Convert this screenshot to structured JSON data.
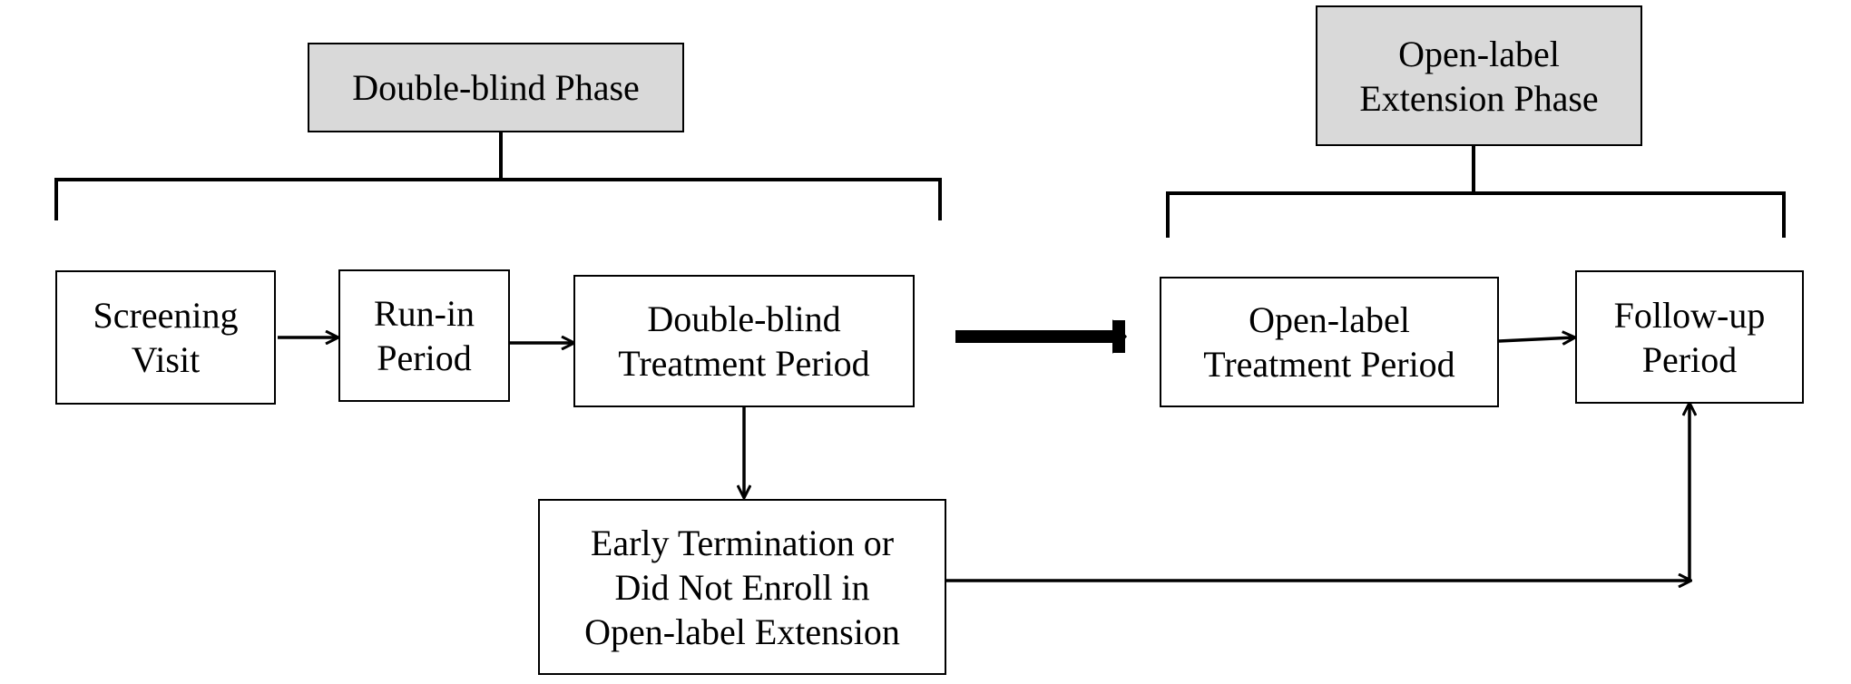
{
  "phases": {
    "double_blind": {
      "label": "Double-blind Phase"
    },
    "open_label": {
      "line1": "Open-label",
      "line2": "Extension Phase"
    }
  },
  "steps": {
    "screening": {
      "line1": "Screening",
      "line2": "Visit"
    },
    "run_in": {
      "line1": "Run-in",
      "line2": "Period"
    },
    "db_treatment": {
      "line1": "Double-blind",
      "line2": "Treatment Period"
    },
    "ol_treatment": {
      "line1": "Open-label",
      "line2": "Treatment Period"
    },
    "follow_up": {
      "line1": "Follow-up",
      "line2": "Period"
    },
    "early_termination": {
      "line1": "Early Termination or",
      "line2": "Did Not Enroll in",
      "line3": "Open-label Extension"
    }
  },
  "colors": {
    "phase_fill": "#d9d9d9",
    "line": "#000000",
    "box_fill": "#ffffff"
  }
}
